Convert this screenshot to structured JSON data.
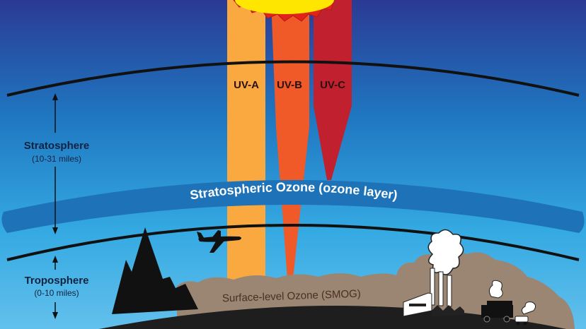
{
  "diagram": {
    "beams": [
      {
        "label": "UV-A",
        "color": "#f9a940"
      },
      {
        "label": "UV-B",
        "color": "#ef5a28"
      },
      {
        "label": "UV-C",
        "color": "#c1202f"
      }
    ],
    "ozone_layer_label": "Stratospheric Ozone (ozone layer)",
    "stratosphere": {
      "title": "Stratosphere",
      "range": "(10-31 miles)"
    },
    "troposphere": {
      "title": "Troposphere",
      "range": "(0-10 miles)"
    },
    "smog_label": "Surface-level Ozone (SMOG)",
    "colors": {
      "sky_top": "#2b3a94",
      "sky_bottom": "#3fb2e6",
      "ozone_band": "#1d72b8",
      "smog": "#9b8573",
      "ground": "#1e1e1e",
      "sun": "#ffe600"
    }
  }
}
